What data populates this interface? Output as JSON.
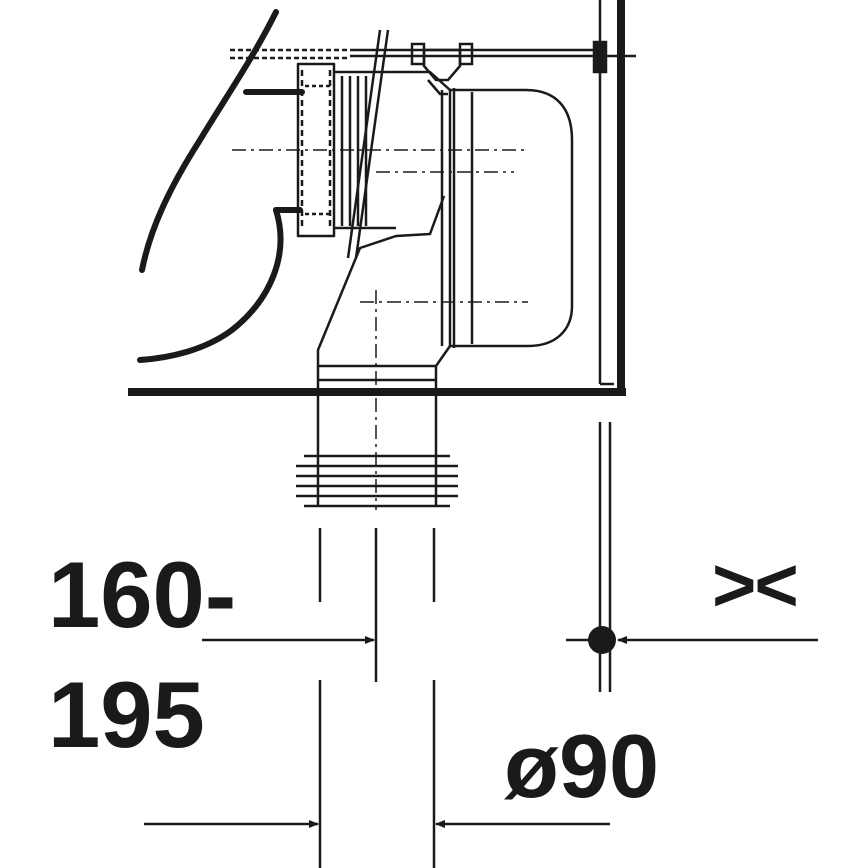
{
  "drawing": {
    "type": "technical dimension drawing",
    "line_color": "#1a1a1a"
  },
  "labels": {
    "range_upper": "160-",
    "range_lower": "195",
    "diameter": "ø90",
    "angle_symbol": "><"
  }
}
